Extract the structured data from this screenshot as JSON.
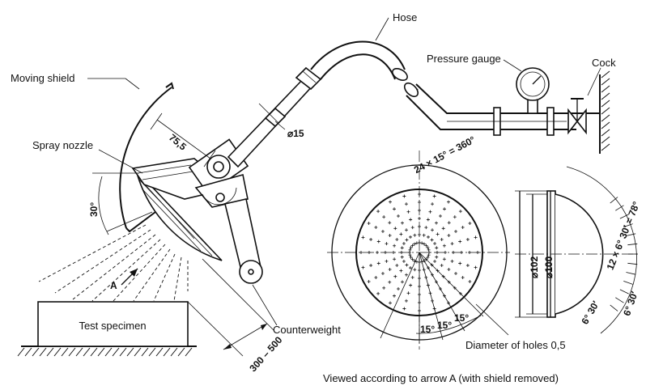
{
  "labels": {
    "hose": "Hose",
    "pressure_gauge": "Pressure gauge",
    "cock": "Cock",
    "moving_shield": "Moving shield",
    "spray_nozzle": "Spray nozzle",
    "test_specimen": "Test specimen",
    "counterweight": "Counterweight",
    "diameter_of_holes": "Diameter of holes 0,5",
    "viewed_caption": "Viewed according to arrow A (with shield removed)",
    "arrow_a": "A"
  },
  "dimensions": {
    "d75_5": "75,5",
    "d15": "⌀15",
    "angle30": "30°",
    "d300_500": "300 – 500",
    "d24x15": "24 × 15° = 360°",
    "d102": "⌀102",
    "d100": "⌀100",
    "d12x6": "12 × 6° 30′ = 78°",
    "d6_30_a": "6° 30′",
    "d6_30_b": "6° 30′",
    "d15_a": "15°",
    "d15_b": "15°",
    "d15_c": "15°"
  },
  "icons": {
    "gauge": "pressure-gauge-icon",
    "cock": "cock-valve-icon",
    "hatch": "ground-hatch-icon"
  }
}
